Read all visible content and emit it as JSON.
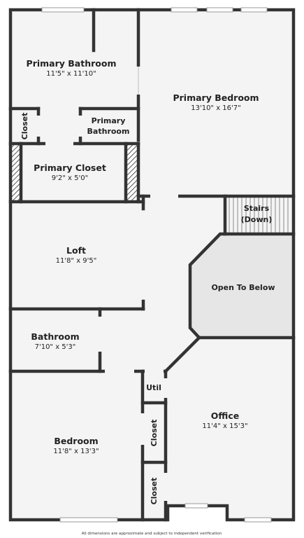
{
  "rooms": {
    "primary_bathroom": {
      "name": "Primary Bathroom",
      "dims": "11'5\" x 11'10\""
    },
    "primary_bedroom": {
      "name": "Primary Bedroom",
      "dims": "13'10\" x 16'7\""
    },
    "closet_top": {
      "name": "Closet"
    },
    "primary_bathroom_small": {
      "line1": "Primary",
      "line2": "Bathroom"
    },
    "primary_closet": {
      "name": "Primary Closet",
      "dims": "9'2\" x 5'0\""
    },
    "stairs": {
      "line1": "Stairs",
      "line2": "(Down)"
    },
    "loft": {
      "name": "Loft",
      "dims": "11'8\" x 9'5\""
    },
    "open_to_below": {
      "name": "Open To Below"
    },
    "bathroom": {
      "name": "Bathroom",
      "dims": "7'10\" x 5'3\""
    },
    "util": {
      "name": "Util"
    },
    "office": {
      "name": "Office",
      "dims": "11'4\" x 15'3\""
    },
    "closet_mid": {
      "name": "Closet"
    },
    "closet_bottom": {
      "name": "Closet"
    },
    "bedroom": {
      "name": "Bedroom",
      "dims": "11'8\" x 13'3\""
    }
  },
  "disclaimer": "All dimensions are approximate and subject to independent verification"
}
